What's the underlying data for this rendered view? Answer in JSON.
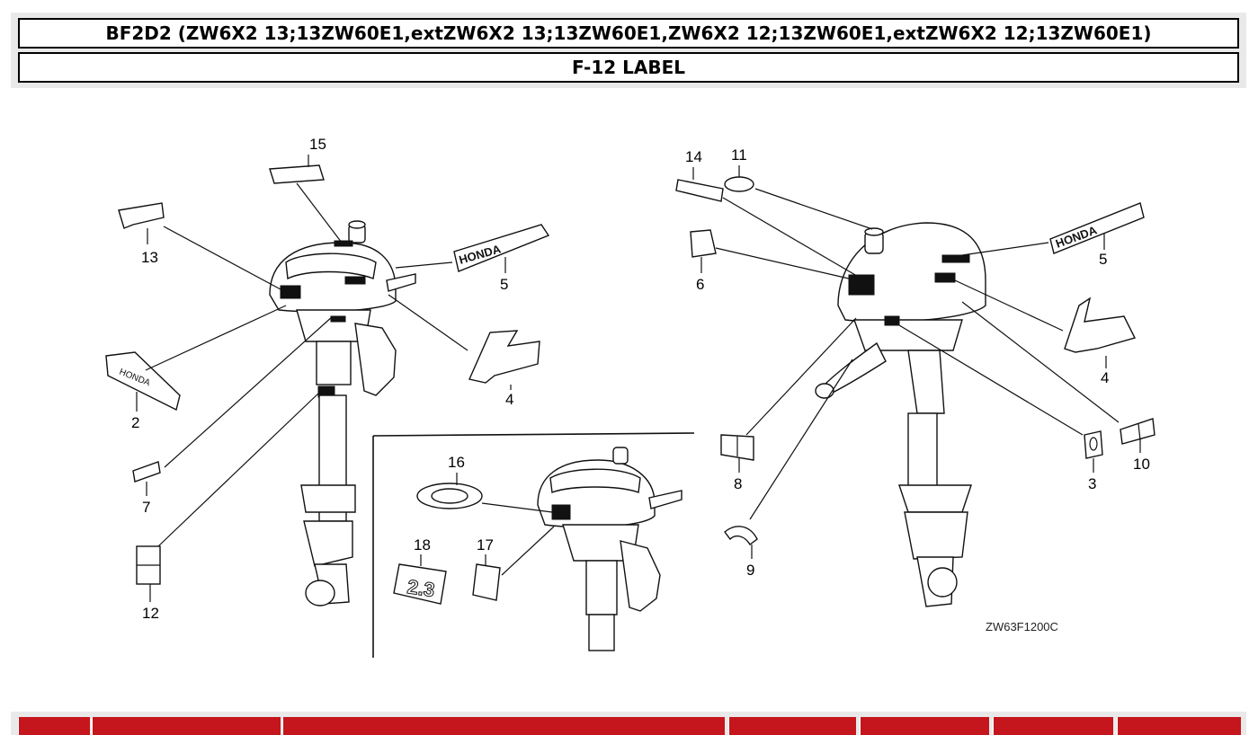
{
  "header": {
    "model_title": "BF2D2 (ZW6X2 13;13ZW60E1,extZW6X2 13;13ZW60E1,ZW6X2 12;13ZW60E1,extZW6X2 12;13ZW60E1)",
    "section_title": "F-12 LABEL"
  },
  "diagram": {
    "callouts": [
      "15",
      "13",
      "5",
      "4",
      "2",
      "7",
      "12",
      "14",
      "11",
      "6",
      "5",
      "4",
      "8",
      "9",
      "3",
      "10",
      "16",
      "18",
      "17"
    ],
    "drawing_code": "ZW63F1200C",
    "decal_text": {
      "honda": "HONDA",
      "two_honda": "HONDA",
      "model_small": "2.3"
    }
  },
  "table": {
    "columns": [
      "",
      "",
      "",
      "",
      "",
      "",
      ""
    ]
  }
}
